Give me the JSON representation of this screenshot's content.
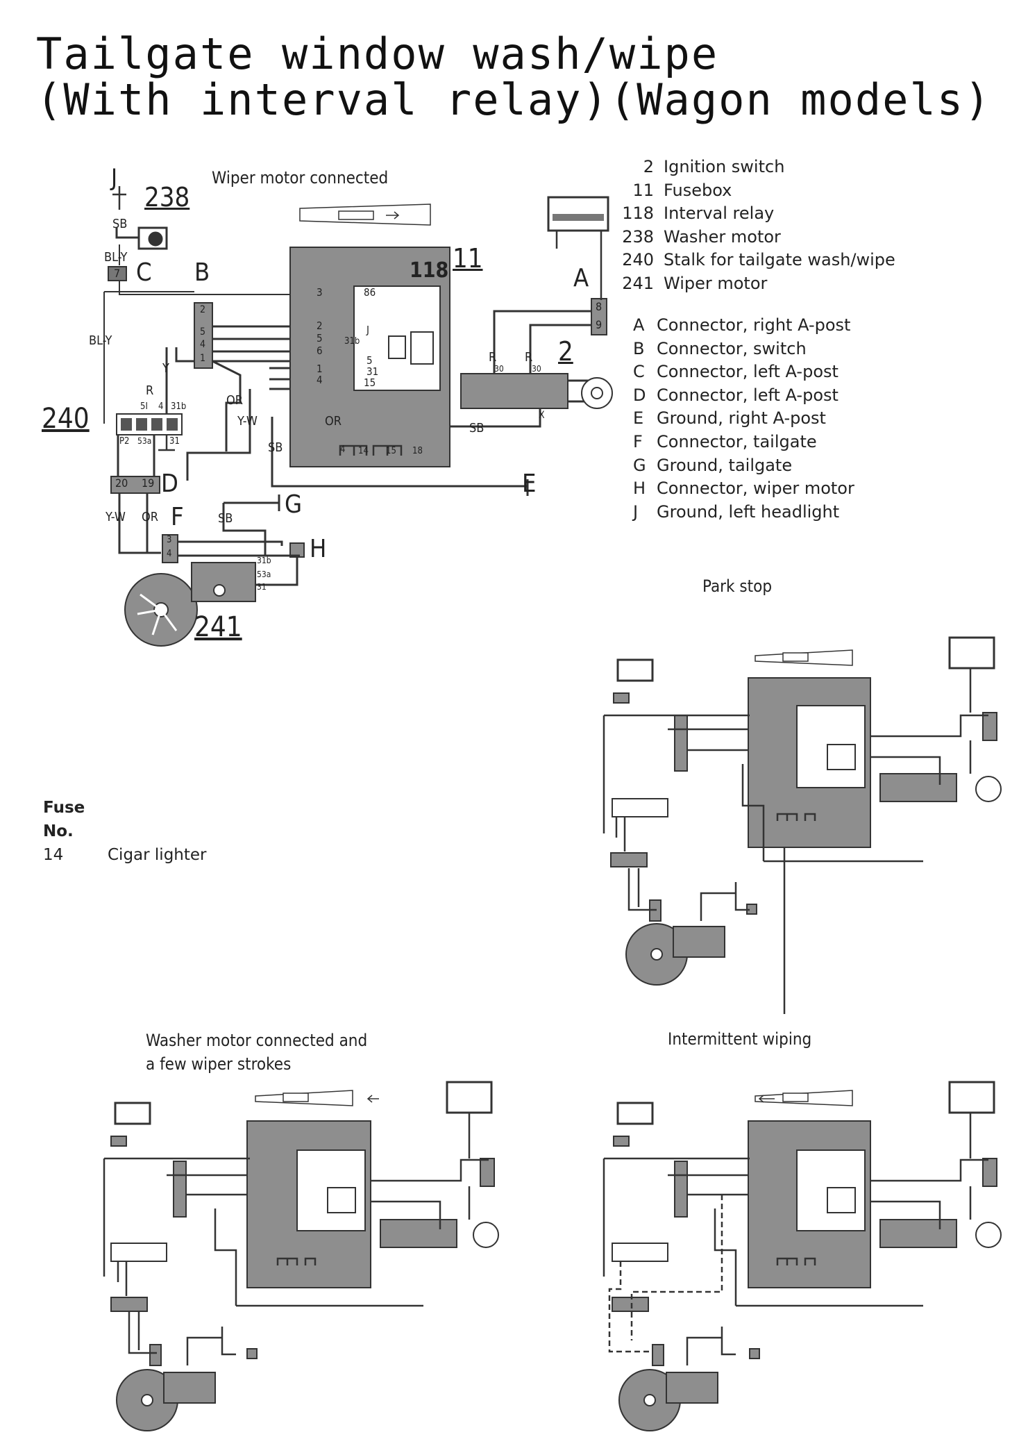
{
  "title": {
    "line1": "Tailgate window wash/wipe",
    "line2": "(With interval relay)(Wagon models)"
  },
  "main_diagram": {
    "caption": "Wiper motor connected",
    "component_numbers": [
      "238",
      "11",
      "118",
      "2",
      "240",
      "241"
    ],
    "connector_letters": [
      "J",
      "C",
      "B",
      "A",
      "D",
      "E",
      "F",
      "G",
      "H"
    ],
    "wire_colors": [
      "SB",
      "BL-Y",
      "BL-Y",
      "R",
      "Y",
      "OR",
      "Y-W",
      "SB",
      "R",
      "R",
      "SB",
      "OR",
      "Y-W",
      "OR",
      "SB"
    ],
    "relay_pins": [
      "3",
      "86",
      "2",
      "J",
      "5",
      "31b",
      "6",
      "5",
      "1",
      "31",
      "4",
      "15",
      "4",
      "14",
      "15",
      "18"
    ],
    "switch_pins": [
      "5I",
      "4",
      "31b",
      "P2",
      "53a",
      "31"
    ],
    "connector_b_pins": [
      "2",
      "5",
      "4",
      "1"
    ],
    "connector_a_pins": [
      "8",
      "9"
    ],
    "connector_c_pin": "7",
    "connector_d_pins": [
      "20",
      "19"
    ],
    "connector_f_pins": [
      "3",
      "4"
    ],
    "motor_pins": [
      "31b",
      "53a",
      "31"
    ],
    "ignition_pins": [
      "30",
      "30",
      "X"
    ]
  },
  "legend": {
    "numbered": [
      {
        "num": "2",
        "text": "Ignition switch"
      },
      {
        "num": "11",
        "text": "Fusebox"
      },
      {
        "num": "118",
        "text": "Interval relay"
      },
      {
        "num": "238",
        "text": "Washer motor"
      },
      {
        "num": "240",
        "text": "Stalk for tailgate wash/wipe"
      },
      {
        "num": "241",
        "text": "Wiper motor"
      }
    ],
    "lettered": [
      {
        "letter": "A",
        "text": "Connector, right A-post"
      },
      {
        "letter": "B",
        "text": "Connector, switch"
      },
      {
        "letter": "C",
        "text": "Connector, left A-post"
      },
      {
        "letter": "D",
        "text": "Connector, left A-post"
      },
      {
        "letter": "E",
        "text": "Ground, right A-post"
      },
      {
        "letter": "F",
        "text": "Connector, tailgate"
      },
      {
        "letter": "G",
        "text": "Ground, tailgate"
      },
      {
        "letter": "H",
        "text": "Connector, wiper motor"
      },
      {
        "letter": "J",
        "text": "Ground, left headlight"
      }
    ]
  },
  "fuse": {
    "heading1": "Fuse",
    "heading2": "No.",
    "number": "14",
    "name": "Cigar lighter"
  },
  "sub_diagrams": [
    {
      "caption": "Park stop"
    },
    {
      "caption_line1": "Washer motor connected and",
      "caption_line2": "a few wiper strokes"
    },
    {
      "caption": "Intermittent wiping"
    }
  ],
  "colors": {
    "ink": "#1a1a1a",
    "box_fill": "#8e8e8e",
    "wire": "#3a3a3a",
    "white": "#ffffff"
  }
}
